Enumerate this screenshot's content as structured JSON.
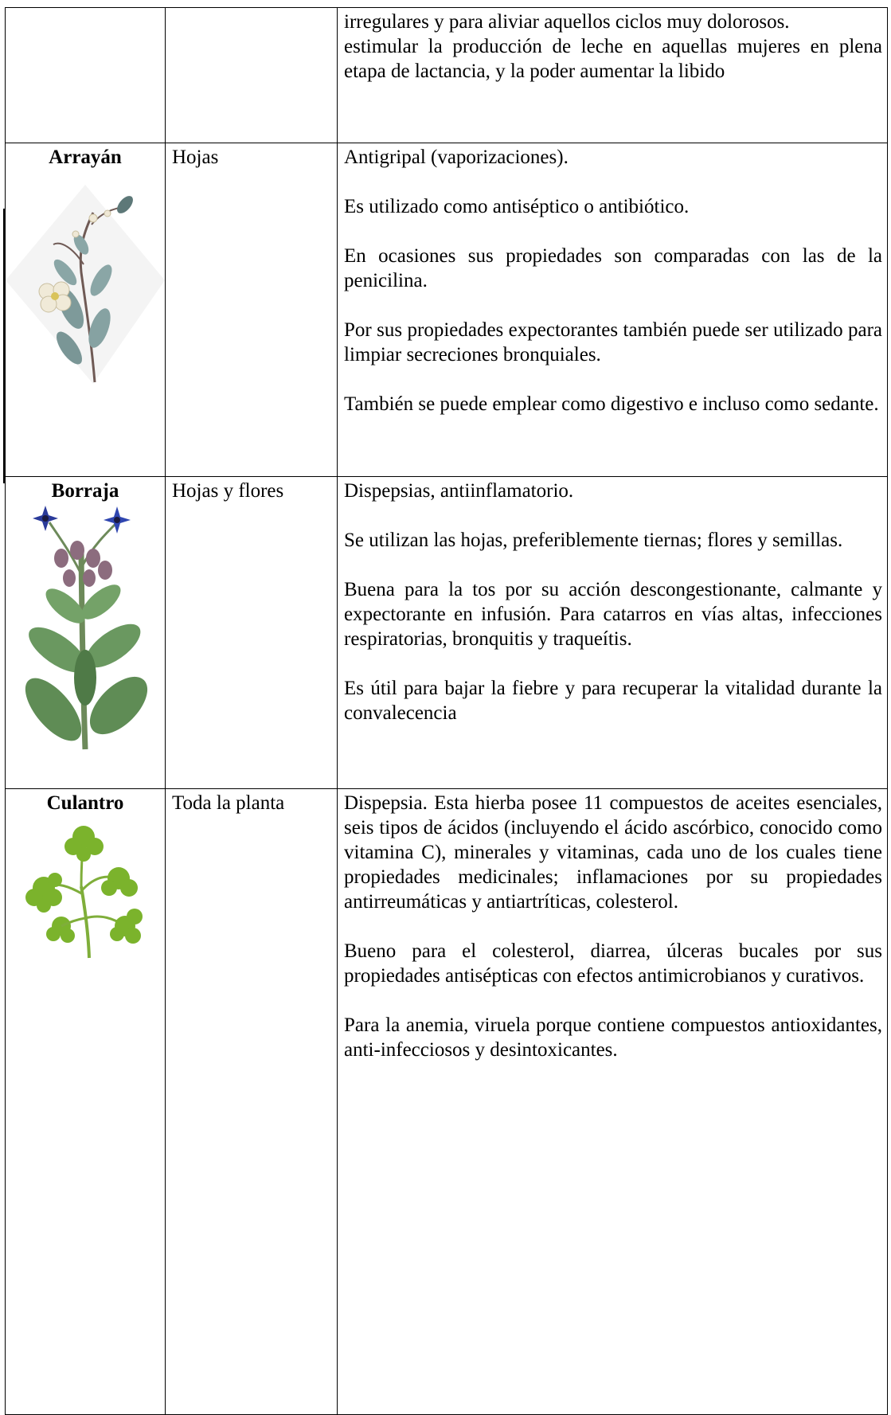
{
  "rows": [
    {
      "name": "",
      "part": "",
      "uses": [
        "irregulares y para aliviar aquellos ciclos muy dolorosos.",
        "estimular la producción de leche en aquellas mujeres en plena etapa de lactancia, y la poder aumentar la libido"
      ]
    },
    {
      "name": "Arrayán",
      "part": "Hojas",
      "uses": [
        "Antigripal (vaporizaciones).",
        "Es utilizado como antiséptico o antibiótico.",
        "En ocasiones sus propiedades son comparadas con las de la penicilina.",
        "Por sus propiedades expectorantes también puede ser utilizado para limpiar secreciones bronquiales.",
        "También se puede emplear como digestivo e incluso como sedante."
      ],
      "illustration_icon": "myrtle-plant-icon"
    },
    {
      "name": "Borraja",
      "part": "Hojas  y flores",
      "uses": [
        "Dispepsias, antiinflamatorio.",
        "Se utilizan las hojas, preferiblemente tiernas; flores y semillas.",
        "Buena para la tos por su acción descongestionante, calmante y expectorante en infusión. Para catarros en vías altas, infecciones respiratorias, bronquitis y traqueítis.",
        "Es útil para bajar la fiebre y para recuperar la vitalidad durante la convalecencia"
      ],
      "illustration_icon": "borage-plant-icon"
    },
    {
      "name": "Culantro",
      "part": "Toda la planta",
      "uses": [
        "Dispepsia. Esta hierba posee 11 compuestos de aceites esenciales, seis tipos de ácidos (incluyendo el ácido ascórbico, conocido como vitamina C), minerales y vitaminas, cada uno de los cuales tiene propiedades medicinales; inflamaciones por su propiedades antirreumáticas y antiartríticas, colesterol.",
        "Bueno para el colesterol, diarrea, úlceras bucales por sus propiedades antisépticas con efectos antimicrobianos y curativos.",
        "Para la anemia, viruela porque contiene compuestos antioxidantes, anti-infecciosos y desintoxicantes."
      ],
      "illustration_icon": "coriander-plant-icon"
    }
  ]
}
